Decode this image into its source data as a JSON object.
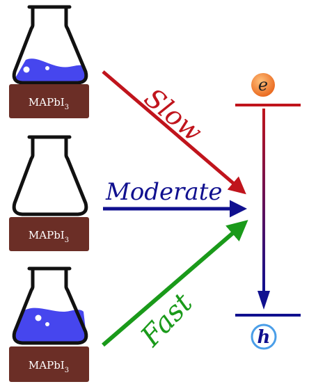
{
  "flasks": [
    {
      "block_main": "MAPbI",
      "block_sub": "3",
      "liquid": "full"
    },
    {
      "block_main": "MAPbI",
      "block_sub": "3",
      "liquid": "none"
    },
    {
      "block_main": "MAPbI",
      "block_sub": "3",
      "liquid": "full"
    }
  ],
  "arrows": [
    {
      "label": "Slow",
      "color": "#c0141c"
    },
    {
      "label": "Moderate",
      "color": "#10108f"
    },
    {
      "label": "Fast",
      "color": "#1a9a1a"
    }
  ],
  "bands": {
    "top_symbol": "e",
    "bottom_symbol": "h",
    "line_color": "#c0141c",
    "bottom_line_color": "#10108f",
    "electron_color": "#f07a1c",
    "hole_ring_color": "#4a9ee8"
  },
  "colors": {
    "block": "#6b2e26",
    "block_text": "#ffffff",
    "liquid": "#4646ee",
    "flask_outline": "#111111"
  }
}
